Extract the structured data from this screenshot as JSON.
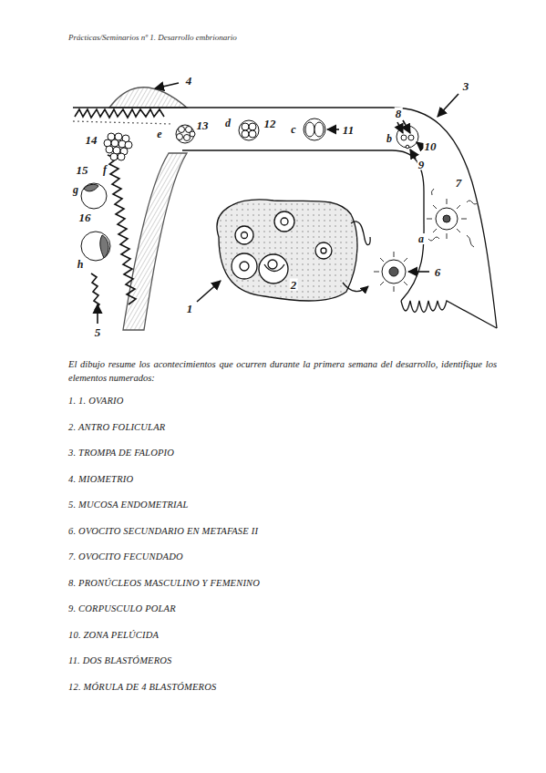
{
  "diagram": {
    "labels": [
      "Prácticas/Seminarios nº 1. Desarrollo embrionario",
      "4",
      "3",
      "14",
      "13",
      "e",
      "d",
      "12",
      "c",
      "11",
      "8",
      "b",
      "10",
      "9",
      "15",
      "f",
      "g",
      "16",
      "7",
      "a",
      "h",
      "6",
      "2",
      "1",
      "5",
      "El dibujo resume los acontecimientos que ocurren durante la primera semana del desarrollo, identifique los elementos numerados:",
      "1. 1. OVARIO",
      "2. ANTRO  FOLICULAR",
      "3. TROMPA DE FALOPIO",
      "4. MIOMETRIO",
      "5. MUCOSA ENDOMETRIAL",
      "6. OVOCITO SECUNDARIO EN METAFASE II",
      "7. OVOCITO FECUNDADO",
      "8. PRONÚCLEOS MASCULINO Y FEMENINO",
      "9. CORPUSCULO POLAR",
      "10. ZONA PELÚCIDA",
      "11. DOS BLASTÓMEROS",
      "12. MÓRULA DE 4 BLASTÓMEROS"
    ]
  }
}
